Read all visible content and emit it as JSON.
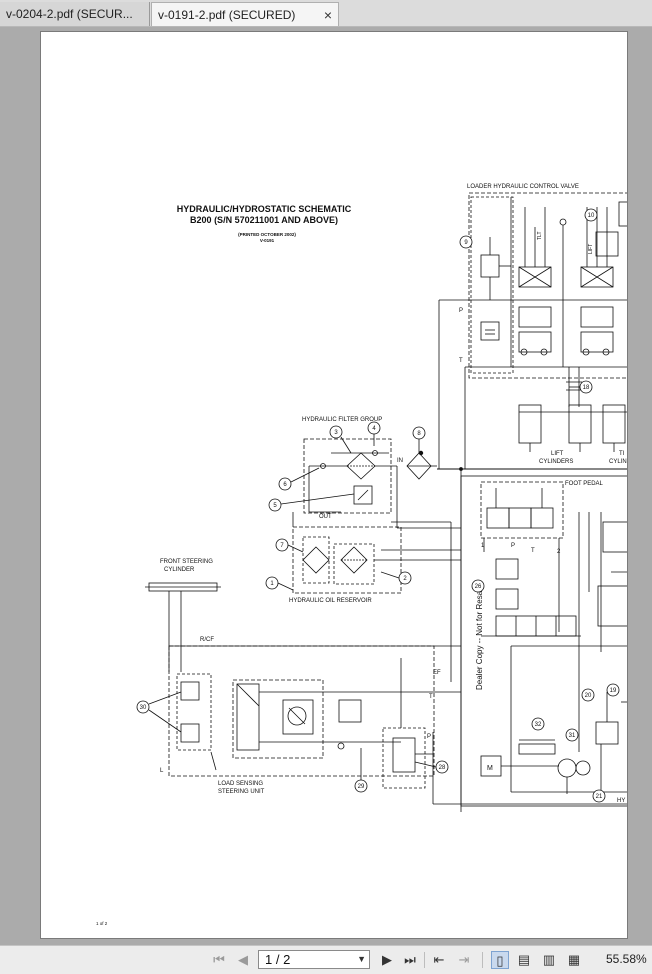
{
  "tabs": [
    {
      "label": "v-0204-2.pdf (SECUR..."
    },
    {
      "label": "v-0191-2.pdf (SECURED)",
      "close": "×"
    }
  ],
  "document": {
    "title_line1": "HYDRAULIC/HYDROSTATIC SCHEMATIC",
    "title_line2": "B200 (S/N 570211001 AND ABOVE)",
    "printed": "(PRINTED OCTOBER 2002)",
    "code": "V-0191",
    "page_footer": "1 of 2",
    "watermark": "Dealer Copy -- Not for Resale",
    "labels": {
      "loader_valve": "LOADER HYDRAULIC CONTROL VALVE",
      "filter_group": "HYDRAULIC FILTER GROUP",
      "oil_reservoir": "HYDRAULIC OIL RESERVOIR",
      "front_steering_1": "FRONT STEERING",
      "front_steering_2": "CYLINDER",
      "load_sensing_1": "LOAD SENSING",
      "load_sensing_2": "STEERING UNIT",
      "foot_pedal": "FOOT PEDAL",
      "lift_1": "LIFT",
      "lift_2": "CYLINDERS",
      "tilt_1": "TI",
      "tilt_2": "CYLIN",
      "hy": "HY",
      "rcf": "R/CF",
      "ef": "EF",
      "in": "IN",
      "out": "OUT",
      "p": "P",
      "t": "T",
      "l": "L",
      "m": "M",
      "one": "1",
      "two": "2",
      "tlt": "TLT",
      "lift_spool": "LIFT"
    },
    "callouts": [
      "1",
      "2",
      "3",
      "4",
      "5",
      "6",
      "7",
      "8",
      "9",
      "10",
      "18",
      "19",
      "20",
      "21",
      "26",
      "28",
      "29",
      "30",
      "31",
      "32"
    ]
  },
  "toolbar": {
    "first_icon": "first-page-icon",
    "prev_icon": "prev-page-icon",
    "page_value": "1 / 2",
    "next_icon": "next-page-icon",
    "last_icon": "last-page-icon",
    "zoom": "55.58%"
  }
}
